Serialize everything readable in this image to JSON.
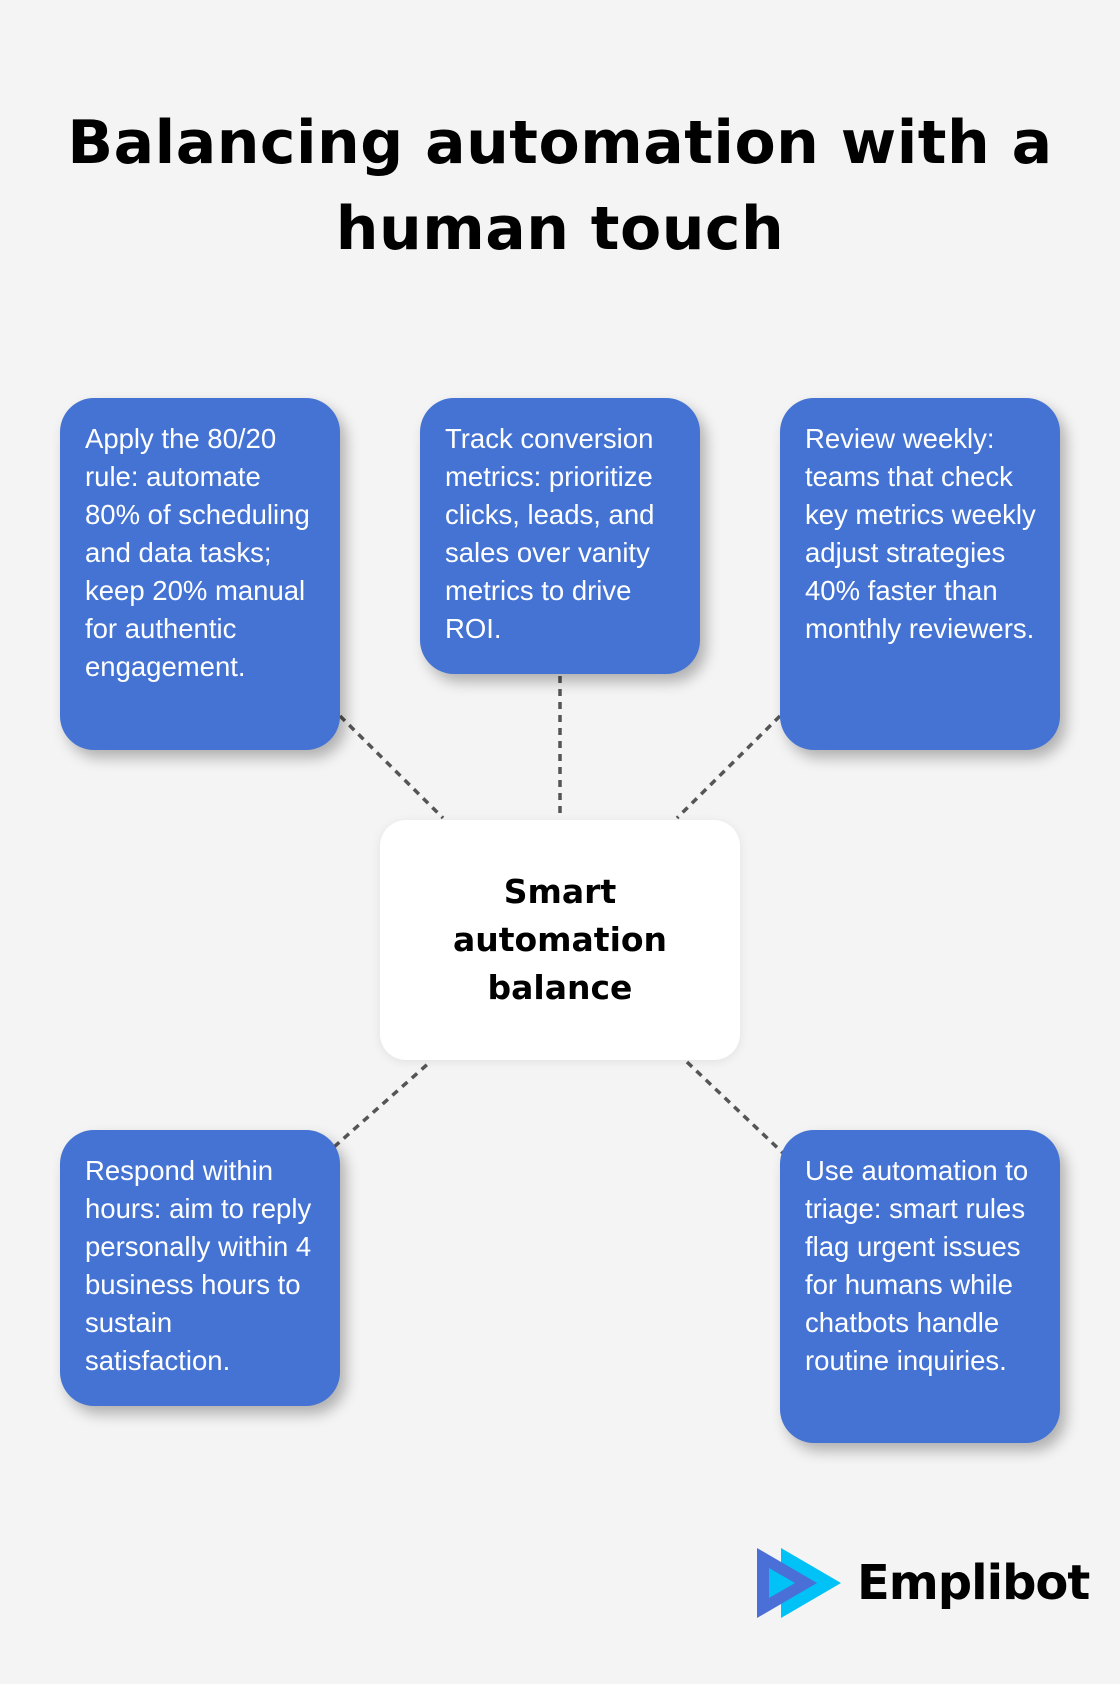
{
  "title": "Balancing automation with a human touch",
  "center": "Smart automation balance",
  "nodes": [
    "Apply the 80/20 rule: automate 80% of scheduling and data tasks; keep 20% manual for authentic engagement.",
    "Track conversion metrics: prioritize clicks, leads, and sales over vanity metrics to drive ROI.",
    "Review weekly: teams that check key metrics weekly adjust strategies 40% faster than monthly reviewers.",
    "Respond within hours: aim to reply personally within 4 business hours to sustain satisfaction.",
    "Use automation to triage: smart rules flag urgent issues for humans while chatbots handle routine inquiries."
  ],
  "brand": "Emplibot",
  "colors": {
    "box": "#4473d4",
    "background": "#f4f4f4",
    "logo_dark": "#4a6fd6",
    "logo_light": "#00c2f7"
  }
}
